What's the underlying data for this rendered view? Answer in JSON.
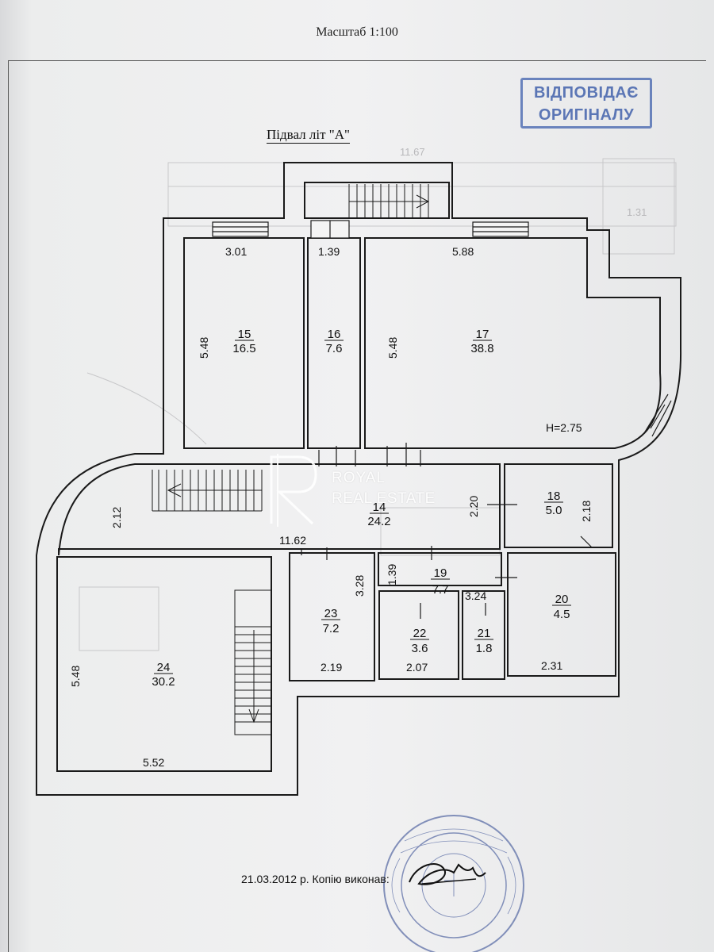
{
  "header": {
    "scale": "Масштаб 1:100",
    "title": "Підвал  літ \"А\""
  },
  "stamp": {
    "line1": "ВІДПОВІДАЄ",
    "line2": "ОРИГІНАЛУ"
  },
  "rooms": [
    {
      "number": "15",
      "area": "16.5"
    },
    {
      "number": "16",
      "area": "7.6"
    },
    {
      "number": "17",
      "area": "38.8"
    },
    {
      "number": "14",
      "area": "24.2"
    },
    {
      "number": "18",
      "area": "5.0"
    },
    {
      "number": "19",
      "area": "7.7"
    },
    {
      "number": "20",
      "area": "4.5"
    },
    {
      "number": "21",
      "area": "1.8"
    },
    {
      "number": "22",
      "area": "3.6"
    },
    {
      "number": "23",
      "area": "7.2"
    },
    {
      "number": "24",
      "area": "30.2"
    }
  ],
  "dimensions": [
    "3.01",
    "1.39",
    "5.88",
    "5.48",
    "5.48",
    "H=2.75",
    "2.12",
    "2.20",
    "2.18",
    "11.62",
    "3.28",
    "1.39",
    "3.24",
    "5.48",
    "2.19",
    "2.07",
    "2.31",
    "5.52"
  ],
  "ghost_dimensions": [
    "11.67",
    "1.31"
  ],
  "watermark": {
    "line1": "ROYAL",
    "line2": "REAL ESTATE"
  },
  "footer": {
    "date": "21.03.2012 р.",
    "note": "Копію виконав:"
  }
}
